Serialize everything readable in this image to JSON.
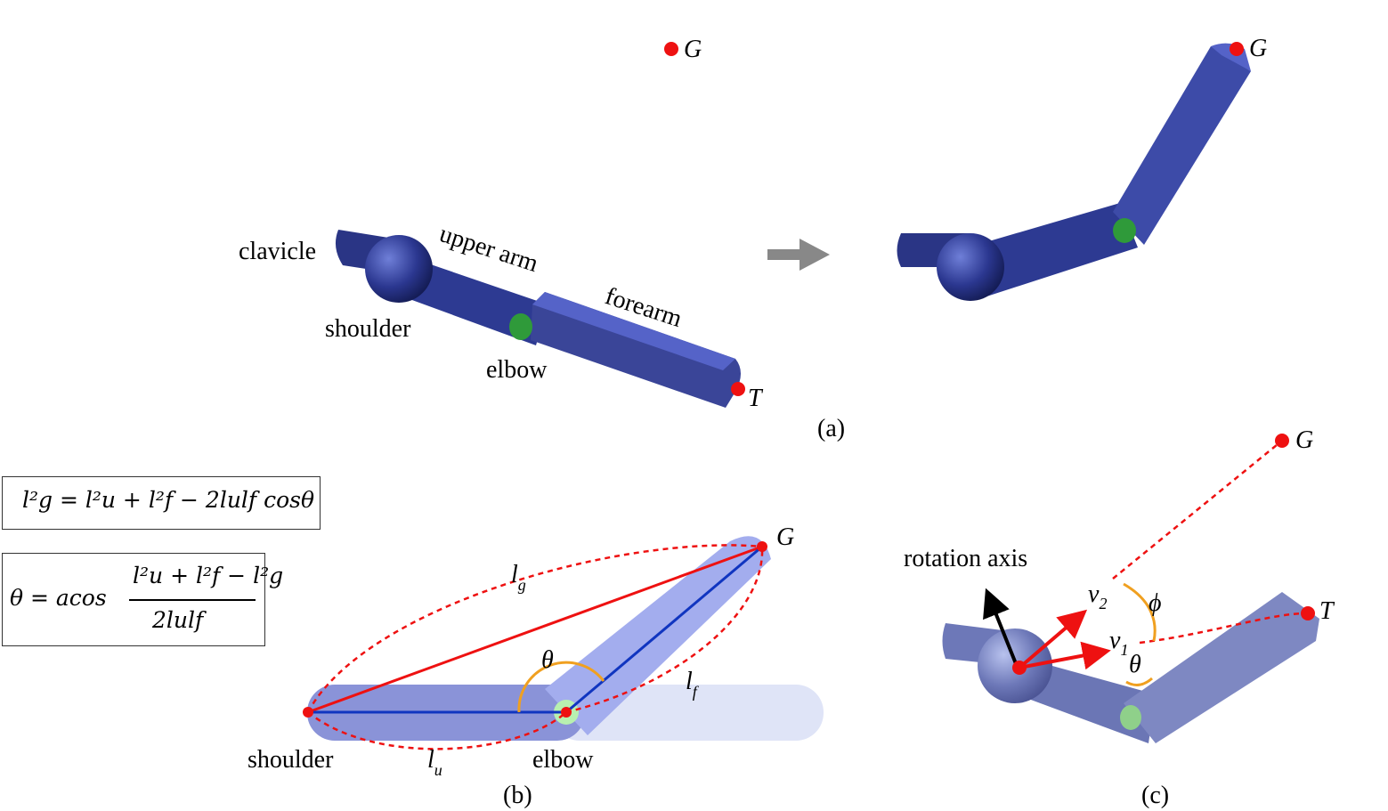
{
  "panel_a": {
    "labels": {
      "clavicle": "clavicle",
      "upper_arm": "upper arm",
      "forearm": "forearm",
      "shoulder": "shoulder",
      "elbow": "elbow",
      "goal": "G",
      "tip": "T"
    },
    "caption": "(a)"
  },
  "panel_b": {
    "labels": {
      "shoulder": "shoulder",
      "elbow": "elbow",
      "goal": "G",
      "lg": "l",
      "lg_sub": "g",
      "lu": "l",
      "lu_sub": "u",
      "lf": "l",
      "lf_sub": "f",
      "theta": "θ"
    },
    "caption": "(b)"
  },
  "panel_c": {
    "labels": {
      "rotation_axis": "rotation axis",
      "goal": "G",
      "tip": "T",
      "v1": "v",
      "v1_sub": "1",
      "v2": "v",
      "v2_sub": "2",
      "phi": "ϕ",
      "theta": "θ"
    },
    "caption": "(c)"
  },
  "equations": {
    "law_of_cosines": "l²g = l²u + l²f − 2lulf cosθ",
    "angle_lhs": "θ = acos",
    "angle_numerator": "l²u + l²f − l²g",
    "angle_denominator": "2lulf"
  },
  "colors": {
    "arm_dark": "#2a3585",
    "arm_mid": "#3d4ba8",
    "joint_green": "#2f9a3a",
    "marker_red": "#ee1111",
    "bone_blue": "#1035c0",
    "angle_orange": "#f0a020",
    "arrow_gray": "#888888"
  }
}
